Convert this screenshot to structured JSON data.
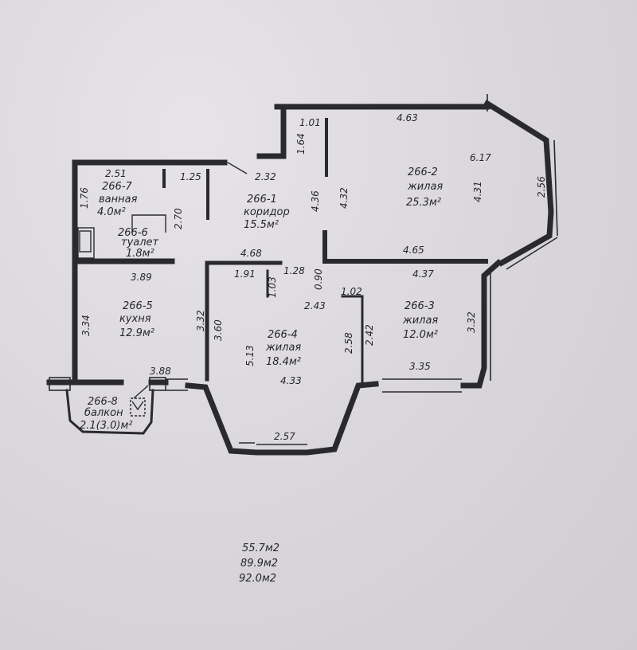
{
  "rooms": [
    {
      "id": "266-1",
      "name": "коридор",
      "area": "15.5м²"
    },
    {
      "id": "266-2",
      "name": "жилая",
      "area": "25.3м²"
    },
    {
      "id": "266-3",
      "name": "жилая",
      "area": "12.0м²"
    },
    {
      "id": "266-4",
      "name": "жилая",
      "area": "18.4м²"
    },
    {
      "id": "266-5",
      "name": "кухня",
      "area": "12.9м²"
    },
    {
      "id": "266-6",
      "name": "туалет",
      "area": "1.8м²"
    },
    {
      "id": "266-7",
      "name": "ванная",
      "area": "4.0м²"
    },
    {
      "id": "266-8",
      "name": "балкон",
      "area": "2.1(3.0)м²"
    }
  ],
  "dimensions": [
    "1.01",
    "4.63",
    "6.17",
    "1.64",
    "2.32",
    "2.51",
    "1.25",
    "1.76",
    "2.70",
    "4.36",
    "4.32",
    "4.31",
    "2.56",
    "4.65",
    "4.68",
    "1.28",
    "1.91",
    "1.03",
    "0.90",
    "1.02",
    "2.43",
    "3.89",
    "4.37",
    "3.34",
    "3.32",
    "3.60",
    "5.13",
    "2.58",
    "2.42",
    "3.32",
    "3.35",
    "3.88",
    "4.33",
    "2.57"
  ],
  "totals": [
    "55.7м2",
    "89.9м2",
    "92.0м2"
  ]
}
